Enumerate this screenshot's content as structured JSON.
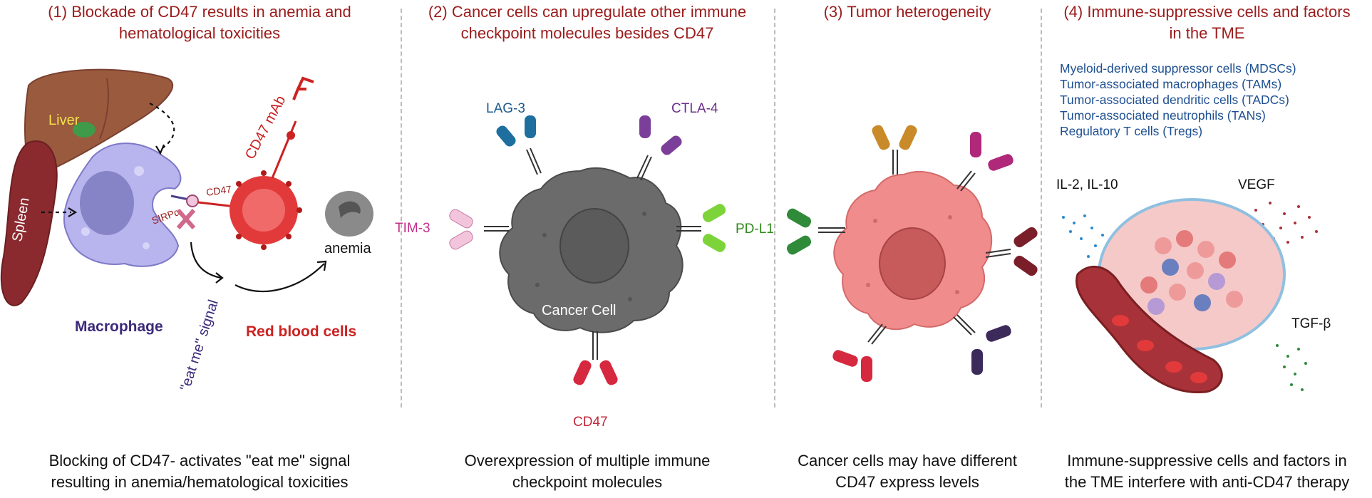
{
  "panels": [
    {
      "title_line1": "(1) Blockade of CD47 results in anemia and",
      "title_line2": "hematological toxicities",
      "caption_line1": "Blocking of CD47- activates \"eat me\" signal",
      "caption_line2": "resulting in anemia/hematological toxicities",
      "labels": {
        "liver": "Liver",
        "spleen": "Spleen",
        "sirpa": "SIRPα",
        "cd47": "CD47",
        "cd47_mab": "CD47 mAb",
        "eat_me": "\"eat me\" signal",
        "anemia": "anemia",
        "macrophage": "Macrophage",
        "rbc": "Red blood cells"
      }
    },
    {
      "title_line1": "(2) Cancer cells can upregulate other immune",
      "title_line2": "checkpoint molecules besides CD47",
      "caption_line1": "Overexpression of multiple immune",
      "caption_line2": "checkpoint molecules",
      "labels": {
        "lag3": "LAG-3",
        "ctla4": "CTLA-4",
        "tim3": "TIM-3",
        "pdl1": "PD-L1",
        "cd47": "CD47",
        "cancer_cell": "Cancer Cell"
      }
    },
    {
      "title_line1": "(3) Tumor heterogeneity",
      "caption_line1": "Cancer cells may have different",
      "caption_line2": "CD47 express levels"
    },
    {
      "title_line1": "(4) Immune-suppressive cells and factors",
      "title_line2": "in the TME",
      "cells": [
        "Myeloid-derived suppressor cells (MDSCs)",
        "Tumor-associated macrophages (TAMs)",
        "Tumor-associated dendritic cells (TADCs)",
        "Tumor-associated neutrophils (TANs)",
        "Regulatory T cells (Tregs)"
      ],
      "labels": {
        "il": "IL-2, IL-10",
        "vegf": "VEGF",
        "tgfb": "TGF-β"
      },
      "caption_line1": "Immune-suppressive cells and factors in",
      "caption_line2": "the TME interfere with anti-CD47 therapy"
    }
  ],
  "colors": {
    "title": "#9b1c1c",
    "macrophage": "#b7b4ee",
    "rbc": "#e23a3a",
    "cancer_cell": "#6b6b6b",
    "tumor_cell": "#f08c8c",
    "lag3": "#1e6fa0",
    "ctla4": "#7b3f9a",
    "tim3": "#d97fb4",
    "pdl1": "#7cd43a",
    "cd47": "#d6283f"
  }
}
